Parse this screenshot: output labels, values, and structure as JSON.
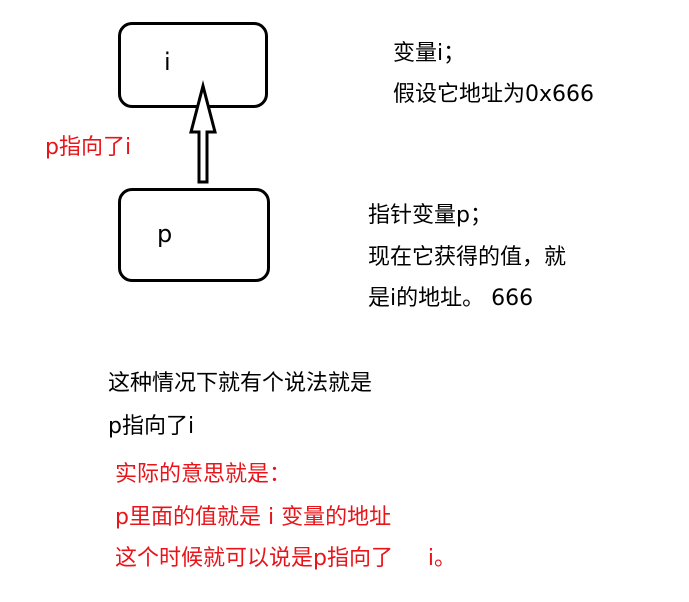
{
  "diagram": {
    "box_i_label": "i",
    "box_p_label": "p",
    "arrow_label": "p指向了i"
  },
  "notes": {
    "var_i": [
      "变量i；",
      "假设它地址为0x666"
    ],
    "pointer_p": [
      "指针变量p；",
      "现在它获得的值，就",
      "是i的地址。 666"
    ]
  },
  "explanation": {
    "black": [
      "这种情况下就有个说法就是",
      "p指向了i"
    ],
    "red": [
      "实际的意思就是：",
      "p里面的值就是 i 变量的地址",
      "这个时候就可以说是p指向了     i。"
    ]
  },
  "colors": {
    "accent_red": "#e8141a",
    "text": "#000000"
  }
}
